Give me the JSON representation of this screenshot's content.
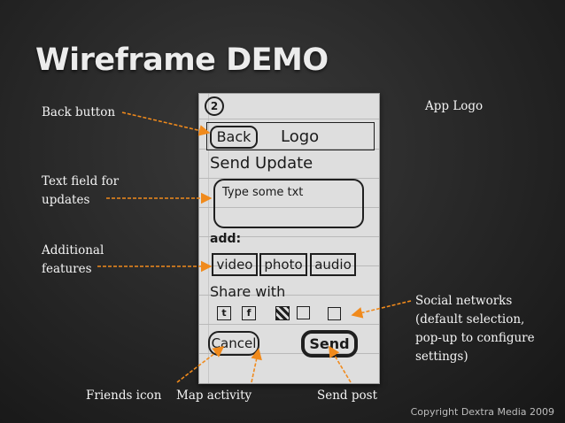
{
  "title": "Wireframe DEMO",
  "wireframe": {
    "page_number": "2",
    "back_button": "Back",
    "logo": "Logo",
    "heading": "Send Update",
    "text_placeholder": "Type some txt",
    "add_label": "add:",
    "feature_buttons": [
      "video",
      "photo",
      "audio"
    ],
    "share_label": "Share with",
    "network_icons": [
      "t",
      "f"
    ],
    "cancel_button": "Cancel",
    "send_button": "Send"
  },
  "annotations": {
    "back_button": "Back button",
    "text_field": [
      "Text field for",
      "updates"
    ],
    "additional_features": [
      "Additional",
      "features"
    ],
    "app_logo": "App Logo",
    "social_networks": [
      "Social networks",
      "(default selection,",
      "pop-up to configure",
      "settings)"
    ],
    "friends_icon": "Friends icon",
    "map_activity": "Map activity",
    "send_post": "Send post"
  },
  "copyright": "Copyright Dextra Media 2009",
  "colors": {
    "arrow": "#f08a1c",
    "background": "#2a2a2a",
    "paper": "#dedede"
  }
}
